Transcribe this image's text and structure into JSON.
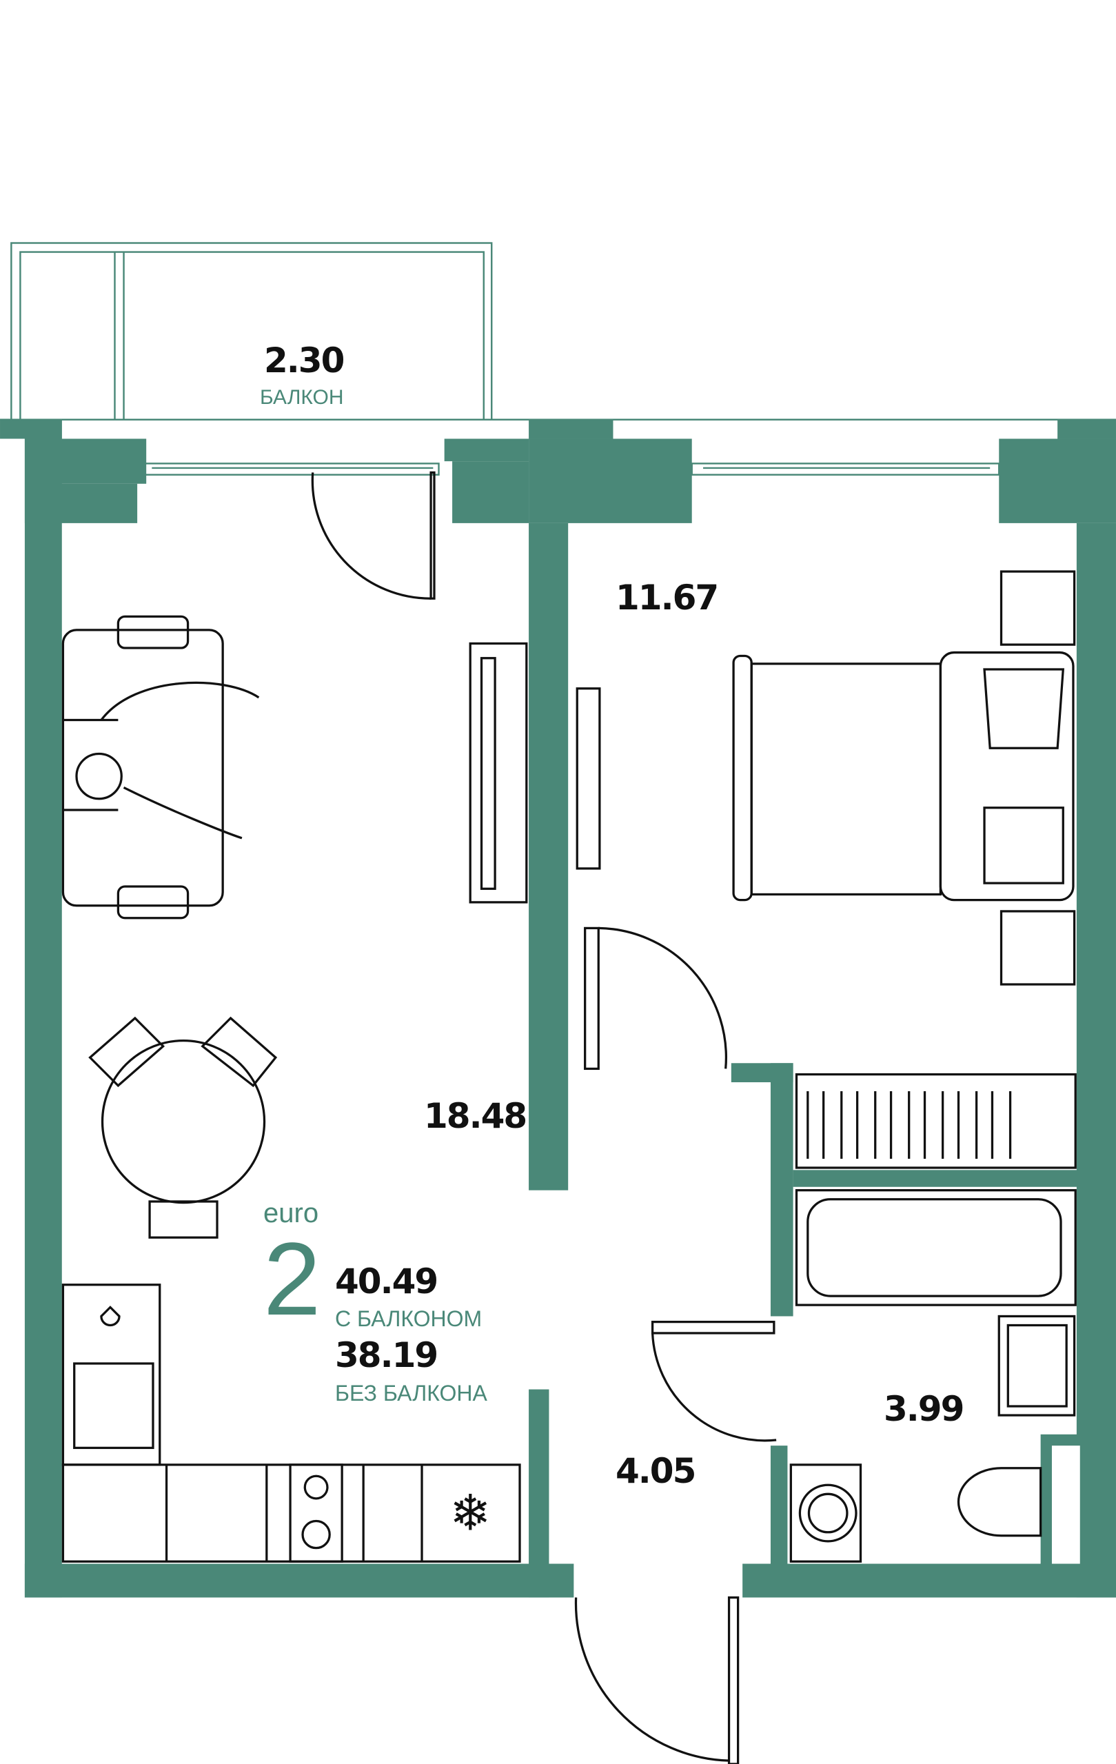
{
  "plan": {
    "type": "euro",
    "rooms_count": "2",
    "total_with_balcony": "40.49",
    "with_balcony_label": "С БАЛКОНОМ",
    "total_without_balcony": "38.19",
    "without_balcony_label": "БЕЗ БАЛКОНА"
  },
  "rooms": {
    "balcony": {
      "area": "2.30",
      "label": "БАЛКОН"
    },
    "living_kitchen": {
      "area": "18.48"
    },
    "bedroom": {
      "area": "11.67"
    },
    "hallway": {
      "area": "4.05"
    },
    "bathroom": {
      "area": "3.99"
    }
  },
  "colors": {
    "accent": "#4a8878",
    "text": "#111111"
  }
}
